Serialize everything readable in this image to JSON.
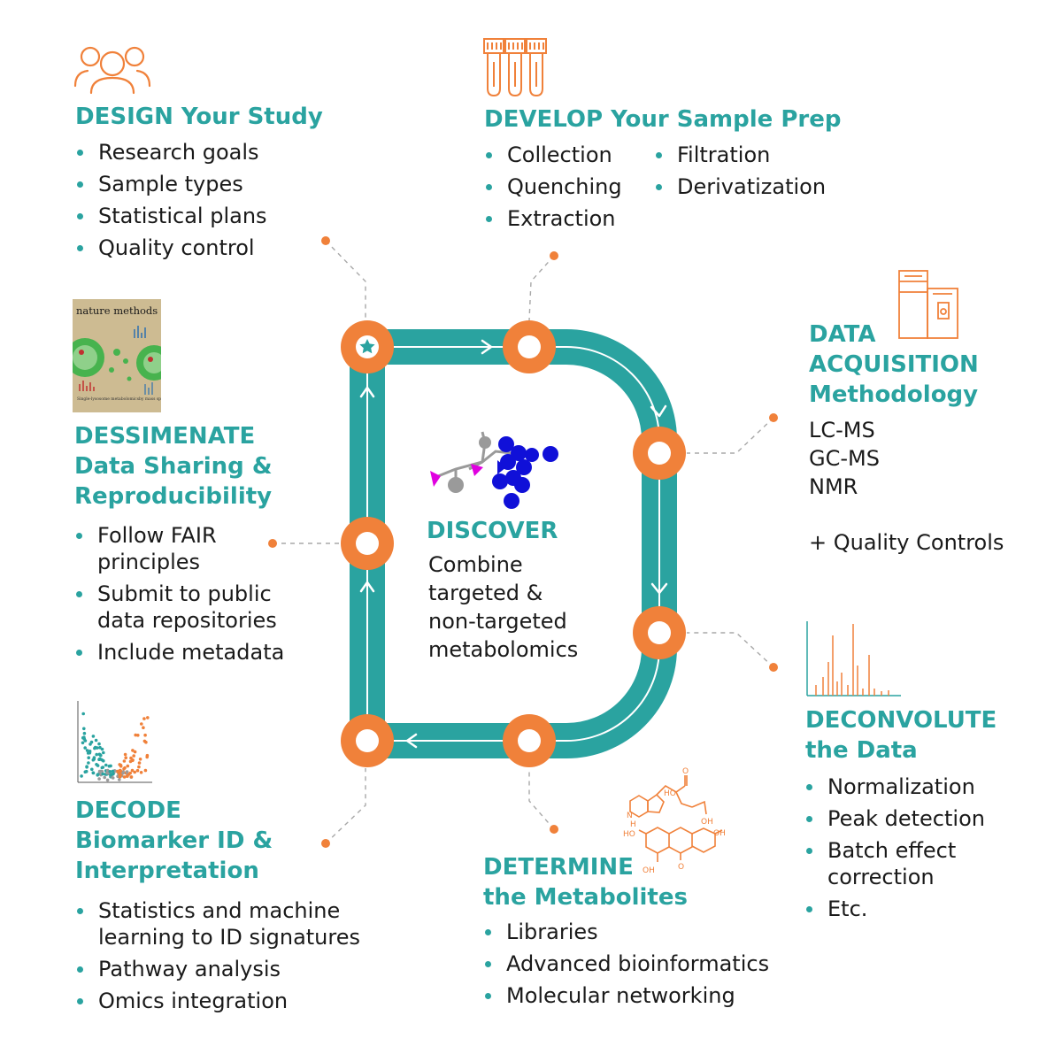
{
  "colors": {
    "teal": "#2aa3a0",
    "orange": "#f0813a",
    "text": "#1a1a1a",
    "molecule_blue": "#1010d8",
    "molecule_magenta": "#e000e0",
    "molecule_gray": "#9a9a9a"
  },
  "icons": {
    "design": "people-icon",
    "develop": "test-tubes-icon",
    "acquisition": "mass-spectrometer-icon",
    "deconvolute": "spectrum-peaks-icon",
    "determine": "chemical-structure-icon",
    "decode": "volcano-plot-icon",
    "dissemination": "journal-cover-image",
    "discover": "molecule-network-icon",
    "start_node": "star-icon"
  },
  "design": {
    "title": "DESIGN Your Study",
    "items": [
      "Research goals",
      "Sample types",
      "Statistical plans",
      "Quality control"
    ]
  },
  "develop": {
    "title": "DEVELOP Your Sample Prep",
    "items_left": [
      "Collection",
      "Quenching",
      "Extraction"
    ],
    "items_right": [
      "Filtration",
      "Derivatization"
    ]
  },
  "acquisition": {
    "title_lines": [
      "DATA",
      "ACQUISITION",
      "Methodology"
    ],
    "methods": [
      "LC-MS",
      "GC-MS",
      "NMR"
    ],
    "extra": "+ Quality Controls"
  },
  "disseminate": {
    "title_lines": [
      "DESSIMENATE",
      "Data Sharing &",
      "Reproducibility"
    ],
    "items": [
      {
        "lines": [
          "Follow FAIR",
          "principles"
        ]
      },
      {
        "lines": [
          "Submit to public",
          "data repositories"
        ]
      },
      {
        "lines": [
          "Include metadata"
        ]
      }
    ]
  },
  "journal": {
    "title": "nature methods",
    "caption_lines": [
      "Single-lysosome metabolomics",
      "by mass spectrometry"
    ]
  },
  "discover": {
    "title": "DISCOVER",
    "lines": [
      "Combine",
      "targeted &",
      "non-targeted",
      "metabolomics"
    ]
  },
  "deconvolute": {
    "title_lines": [
      "DECONVOLUTE",
      "the Data"
    ],
    "items": [
      {
        "lines": [
          "Normalization"
        ]
      },
      {
        "lines": [
          "Peak detection"
        ]
      },
      {
        "lines": [
          "Batch effect",
          "correction"
        ]
      },
      {
        "lines": [
          "Etc."
        ]
      }
    ]
  },
  "decode": {
    "title_lines": [
      "DECODE",
      "Biomarker ID &",
      "Interpretation"
    ],
    "items": [
      {
        "lines": [
          "Statistics and machine",
          "learning to ID signatures"
        ]
      },
      {
        "lines": [
          "Pathway analysis"
        ]
      },
      {
        "lines": [
          "Omics integration"
        ]
      }
    ]
  },
  "determine": {
    "title_lines": [
      "DETERMINE",
      "the Metabolites"
    ],
    "items": [
      {
        "lines": [
          "Libraries"
        ]
      },
      {
        "lines": [
          "Advanced bioinformatics"
        ]
      },
      {
        "lines": [
          "Molecular networking"
        ]
      }
    ]
  },
  "structure_labels": {
    "ho": "HO",
    "oh": "OH",
    "o": "O",
    "h": "H",
    "n": "N"
  }
}
